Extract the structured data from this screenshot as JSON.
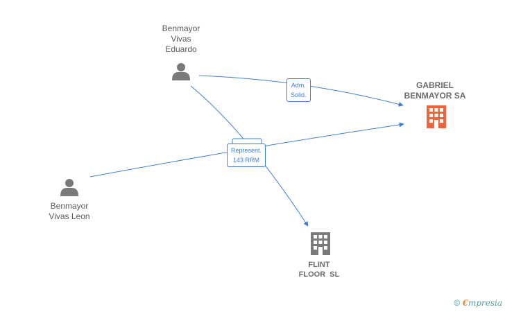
{
  "nodes": {
    "eduardo": {
      "line1": "Benmayor",
      "line2": "Vivas",
      "line3": "Eduardo",
      "icon": "person-icon"
    },
    "leon": {
      "line1": "Benmayor",
      "line2": "Vivas Leon",
      "icon": "person-icon"
    },
    "gabriel": {
      "line1": "GABRIEL",
      "line2": "BENMAYOR SA",
      "icon": "building-icon",
      "color": "#f0643c"
    },
    "flint": {
      "line1": "FLINT",
      "line2": "FLOOR  SL",
      "icon": "building-icon",
      "color": "#7a7a7a"
    }
  },
  "edges": {
    "adm": {
      "line1": "Adm.",
      "line2": "Solid."
    },
    "represent": {
      "line1": "Represent.",
      "line2": "143 RRM"
    }
  },
  "colors": {
    "edge": "#3d7fd6",
    "person": "#7a7a7a"
  },
  "copyright": {
    "symbol": "©",
    "brand_first": "€",
    "brand_rest": "mpresia"
  }
}
